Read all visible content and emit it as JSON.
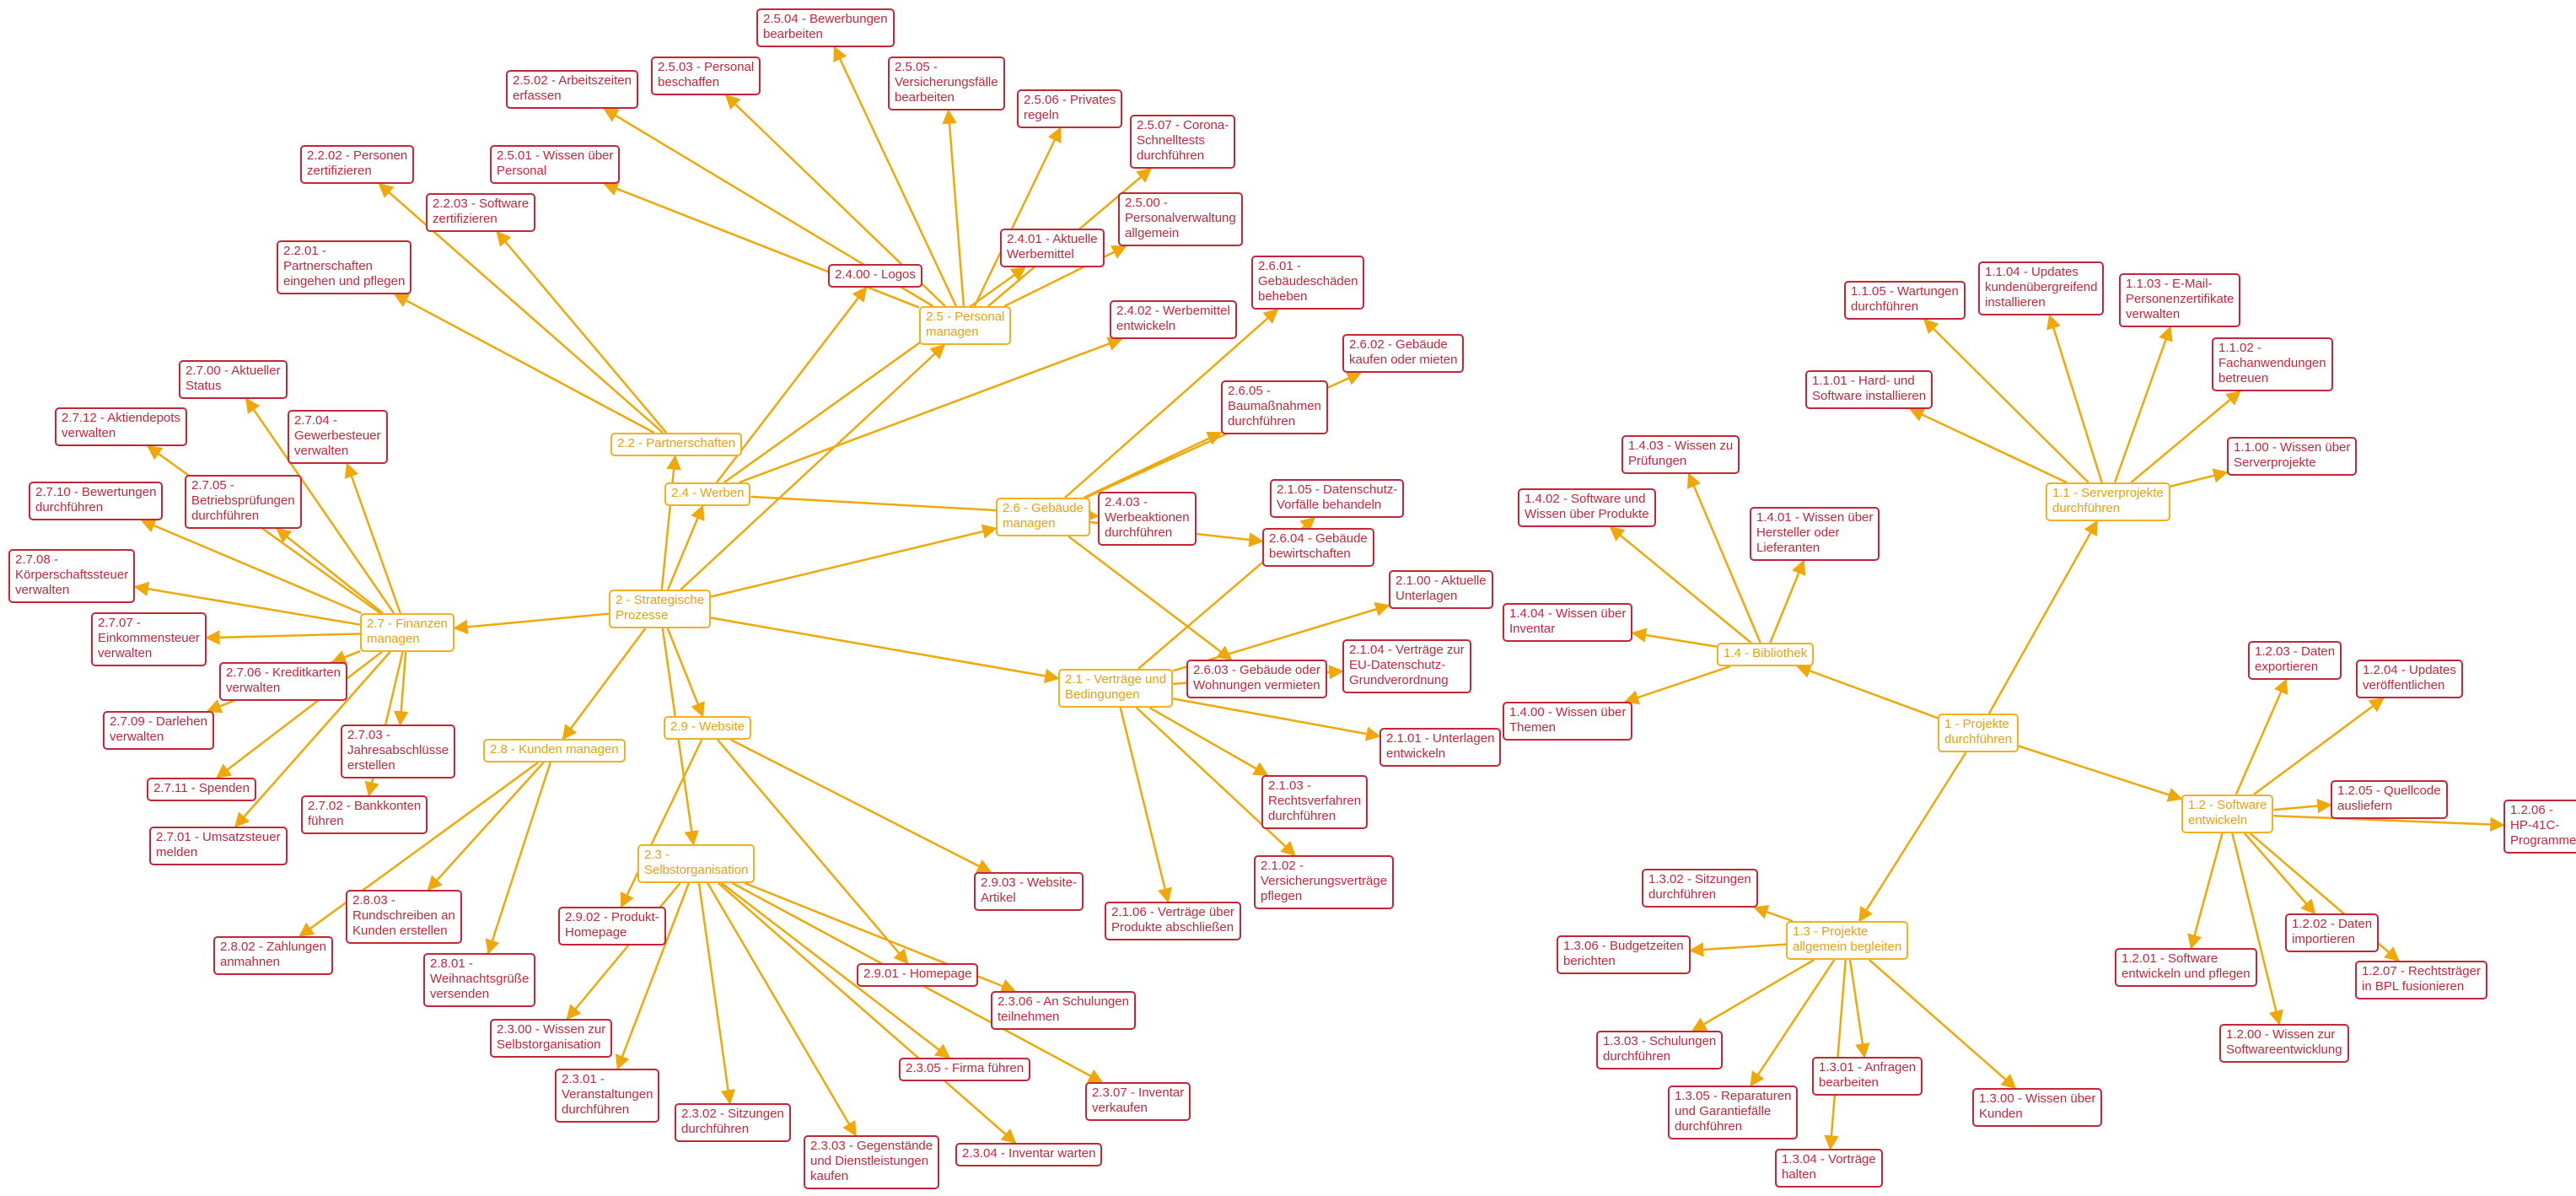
{
  "colors": {
    "edge": "#f0a808",
    "hub_border": "#f0b020",
    "hub_text": "#e8a010",
    "leaf_border": "#c0283a",
    "leaf_text": "#c0283a",
    "background": "#ffffff"
  },
  "nodes": {
    "n1": "1 - Projekte\ndurchführen",
    "n1_1": "1.1 - Serverprojekte\ndurchführen",
    "n1_1_00": "1.1.00 - Wissen über\nServerprojekte",
    "n1_1_01": "1.1.01 - Hard- und\nSoftware installieren",
    "n1_1_02": "1.1.02 -\nFachanwendungen\nbetreuen",
    "n1_1_03": "1.1.03 - E-Mail-\nPersonenzertifikate\nverwalten",
    "n1_1_04": "1.1.04 - Updates\nkundenübergreifend\ninstallieren",
    "n1_1_05": "1.1.05 - Wartungen\ndurchführen",
    "n1_2": "1.2 - Software\nentwickeln",
    "n1_2_00": "1.2.00 - Wissen zur\nSoftwareentwicklung",
    "n1_2_01": "1.2.01 - Software\nentwickeln und pflegen",
    "n1_2_02": "1.2.02 - Daten\nimportieren",
    "n1_2_03": "1.2.03 - Daten\nexportieren",
    "n1_2_04": "1.2.04 - Updates\nveröffentlichen",
    "n1_2_05": "1.2.05 - Quellcode\nausliefern",
    "n1_2_06": "1.2.06 - HP-41C-\nProgramme",
    "n1_2_07": "1.2.07 - Rechtsträger\nin BPL fusionieren",
    "n1_3": "1.3 - Projekte\nallgemein begleiten",
    "n1_3_00": "1.3.00 - Wissen über\nKunden",
    "n1_3_01": "1.3.01 - Anfragen\nbearbeiten",
    "n1_3_02": "1.3.02 - Sitzungen\ndurchführen",
    "n1_3_03": "1.3.03 - Schulungen\ndurchführen",
    "n1_3_04": "1.3.04 - Vorträge\nhalten",
    "n1_3_05": "1.3.05 - Reparaturen\nund Garantiefälle\ndurchführen",
    "n1_3_06": "1.3.06 - Budgetzeiten\nberichten",
    "n1_4": "1.4 - Bibliothek",
    "n1_4_00": "1.4.00 - Wissen über\nThemen",
    "n1_4_01": "1.4.01 - Wissen über\nHersteller oder\nLieferanten",
    "n1_4_02": "1.4.02 - Software und\nWissen über Produkte",
    "n1_4_03": "1.4.03 - Wissen zu\nPrüfungen",
    "n1_4_04": "1.4.04 - Wissen über\nInventar",
    "n2": "2 - Strategische\nProzesse",
    "n2_1": "2.1 - Verträge und\nBedingungen",
    "n2_1_00": "2.1.00 - Aktuelle\nUnterlagen",
    "n2_1_01": "2.1.01 - Unterlagen\nentwickeln",
    "n2_1_02": "2.1.02 -\nVersicherungsverträge\npflegen",
    "n2_1_03": "2.1.03 -\nRechtsverfahren\ndurchführen",
    "n2_1_04": "2.1.04 - Verträge zur\nEU-Datenschutz-\nGrundverordnung",
    "n2_1_05": "2.1.05 - Datenschutz-\nVorfälle behandeln",
    "n2_1_06": "2.1.06 - Verträge über\nProdukte abschließen",
    "n2_2": "2.2 - Partnerschaften",
    "n2_2_01": "2.2.01 -\nPartnerschaften\neingehen und pflegen",
    "n2_2_02": "2.2.02 - Personen\nzertifizieren",
    "n2_2_03": "2.2.03 - Software\nzertifizieren",
    "n2_3": "2.3 -\nSelbstorganisation",
    "n2_3_00": "2.3.00 - Wissen zur\nSelbstorganisation",
    "n2_3_01": "2.3.01 -\nVeranstaltungen\ndurchführen",
    "n2_3_02": "2.3.02 - Sitzungen\ndurchführen",
    "n2_3_03": "2.3.03 - Gegenstände\nund Dienstleistungen\nkaufen",
    "n2_3_04": "2.3.04 - Inventar warten",
    "n2_3_05": "2.3.05 - Firma führen",
    "n2_3_06": "2.3.06 - An Schulungen\nteilnehmen",
    "n2_3_07": "2.3.07 - Inventar\nverkaufen",
    "n2_4": "2.4 - Werben",
    "n2_4_00": "2.4.00 - Logos",
    "n2_4_01": "2.4.01 - Aktuelle\nWerbemittel",
    "n2_4_02": "2.4.02 - Werbemittel\nentwickeln",
    "n2_4_03": "2.4.03 -\nWerbeaktionen\ndurchführen",
    "n2_5": "2.5 - Personal\nmanagen",
    "n2_5_00": "2.5.00 -\nPersonalverwaltung\nallgemein",
    "n2_5_01": "2.5.01 - Wissen über\nPersonal",
    "n2_5_02": "2.5.02 - Arbeitszeiten\nerfassen",
    "n2_5_03": "2.5.03 - Personal\nbeschaffen",
    "n2_5_04": "2.5.04 - Bewerbungen\nbearbeiten",
    "n2_5_05": "2.5.05 -\nVersicherungsfälle\nbearbeiten",
    "n2_5_06": "2.5.06 - Privates\nregeln",
    "n2_5_07": "2.5.07 - Corona-\nSchnelltests\ndurchführen",
    "n2_6": "2.6 - Gebäude\nmanagen",
    "n2_6_01": "2.6.01 -\nGebäudeschäden\nbeheben",
    "n2_6_02": "2.6.02 - Gebäude\nkaufen oder mieten",
    "n2_6_03": "2.6.03 - Gebäude oder\nWohnungen vermieten",
    "n2_6_04": "2.6.04 - Gebäude\nbewirtschaften",
    "n2_6_05": "2.6.05 -\nBaumaßnahmen\ndurchführen",
    "n2_7": "2.7 - Finanzen\nmanagen",
    "n2_7_00": "2.7.00 - Aktueller\nStatus",
    "n2_7_01": "2.7.01 - Umsatzsteuer\nmelden",
    "n2_7_02": "2.7.02 - Bankkonten\nführen",
    "n2_7_03": "2.7.03 -\nJahresabschlüsse\nerstellen",
    "n2_7_04": "2.7.04 -\nGewerbesteuer\nverwalten",
    "n2_7_05": "2.7.05 -\nBetriebsprüfungen\ndurchführen",
    "n2_7_06": "2.7.06 - Kreditkarten\nverwalten",
    "n2_7_07": "2.7.07 -\nEinkommensteuer\nverwalten",
    "n2_7_08": "2.7.08 -\nKörperschaftssteuer\nverwalten",
    "n2_7_09": "2.7.09 - Darlehen\nverwalten",
    "n2_7_10": "2.7.10 - Bewertungen\ndurchführen",
    "n2_7_11": "2.7.11 - Spenden",
    "n2_7_12": "2.7.12 - Aktiendepots\nverwalten",
    "n2_8": "2.8 - Kunden managen",
    "n2_8_01": "2.8.01 -\nWeihnachtsgrüße\nversenden",
    "n2_8_02": "2.8.02 - Zahlungen\nanmahnen",
    "n2_8_03": "2.8.03 -\nRundschreiben an\nKunden erstellen",
    "n2_9": "2.9 - Website",
    "n2_9_01": "2.9.01 - Homepage",
    "n2_9_02": "2.9.02 - Produkt-\nHomepage",
    "n2_9_03": "2.9.03 - Website-\nArtikel"
  }
}
